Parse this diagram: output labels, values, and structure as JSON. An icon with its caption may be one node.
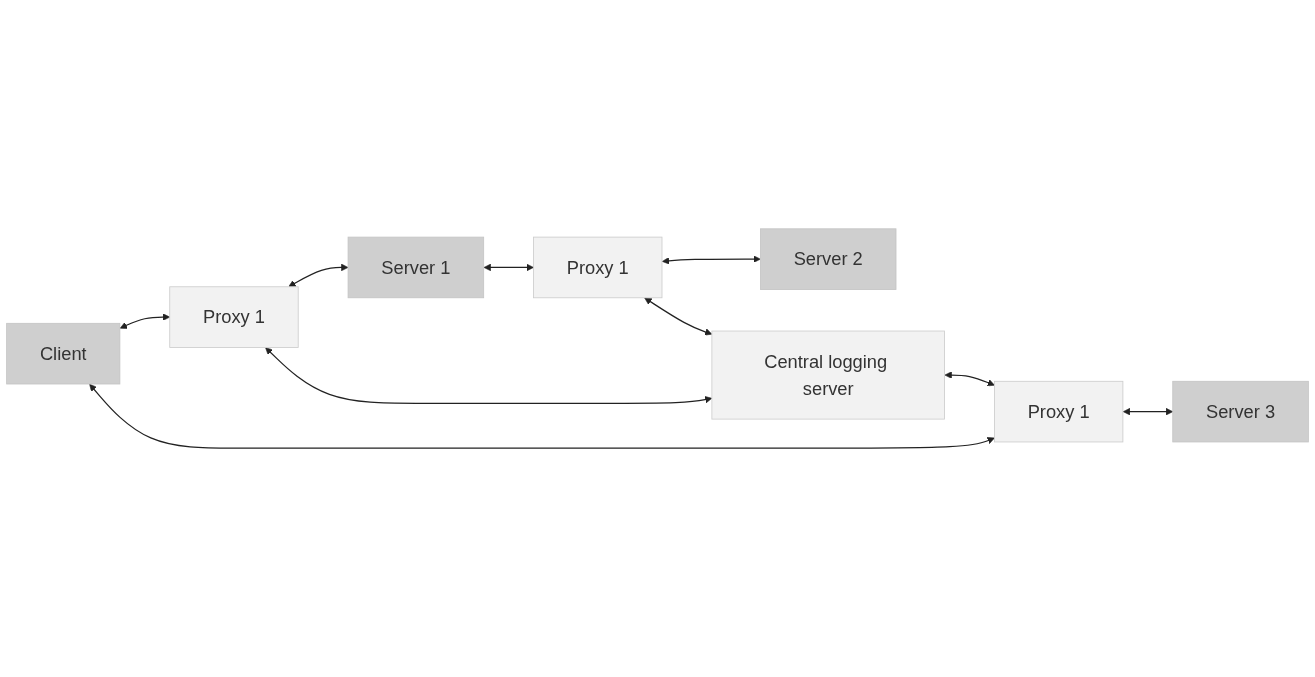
{
  "diagram": {
    "nodes": [
      {
        "text": [
          "Proxy 1"
        ]
      },
      {
        "text": [
          "Server 1"
        ]
      },
      {
        "text": [
          "Proxy 1"
        ]
      },
      {
        "text": [
          "Server 2"
        ]
      },
      {
        "text": [
          "Client"
        ]
      },
      {
        "text": [
          "Central logging server"
        ]
      },
      {
        "text": [
          "Proxy 1"
        ]
      },
      {
        "text": [
          "Server 3"
        ]
      }
    ],
    "edges": [
      {
        "from": 4,
        "to": 0,
        "arrow": "both"
      },
      {
        "from": 0,
        "to": 1,
        "arrow": "both"
      },
      {
        "from": 1,
        "to": 2,
        "arrow": "both"
      },
      {
        "from": 2,
        "to": 3,
        "arrow": "both"
      },
      {
        "from": 0,
        "to": 5,
        "arrow": "both"
      },
      {
        "from": 2,
        "to": 5,
        "arrow": "both"
      },
      {
        "from": 5,
        "to": 6,
        "arrow": "both"
      },
      {
        "from": 4,
        "to": 6,
        "arrow": "both"
      },
      {
        "from": 6,
        "to": 7,
        "arrow": "both"
      }
    ]
  }
}
